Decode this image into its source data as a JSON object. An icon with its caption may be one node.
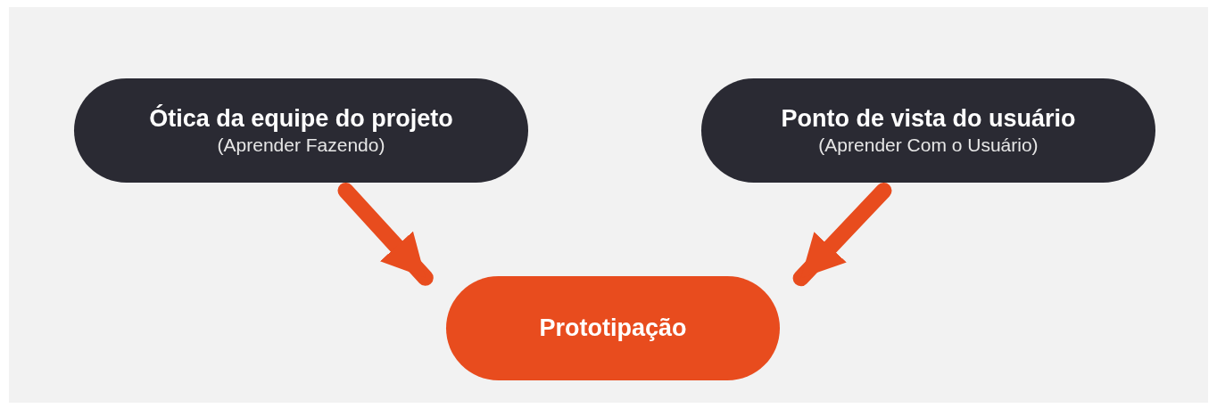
{
  "diagram": {
    "nodes": [
      {
        "text": [
          "Ótica da equipe do projeto",
          "(Aprender Fazendo)"
        ]
      },
      {
        "text": [
          "Ponto de vista do usuário",
          "(Aprender Com o Usuário)"
        ]
      },
      {
        "text": [
          "Prototipação"
        ]
      }
    ],
    "edges": [
      {
        "from": 0,
        "to": 2,
        "arrow": "to"
      },
      {
        "from": 1,
        "to": 2,
        "arrow": "to"
      }
    ]
  }
}
